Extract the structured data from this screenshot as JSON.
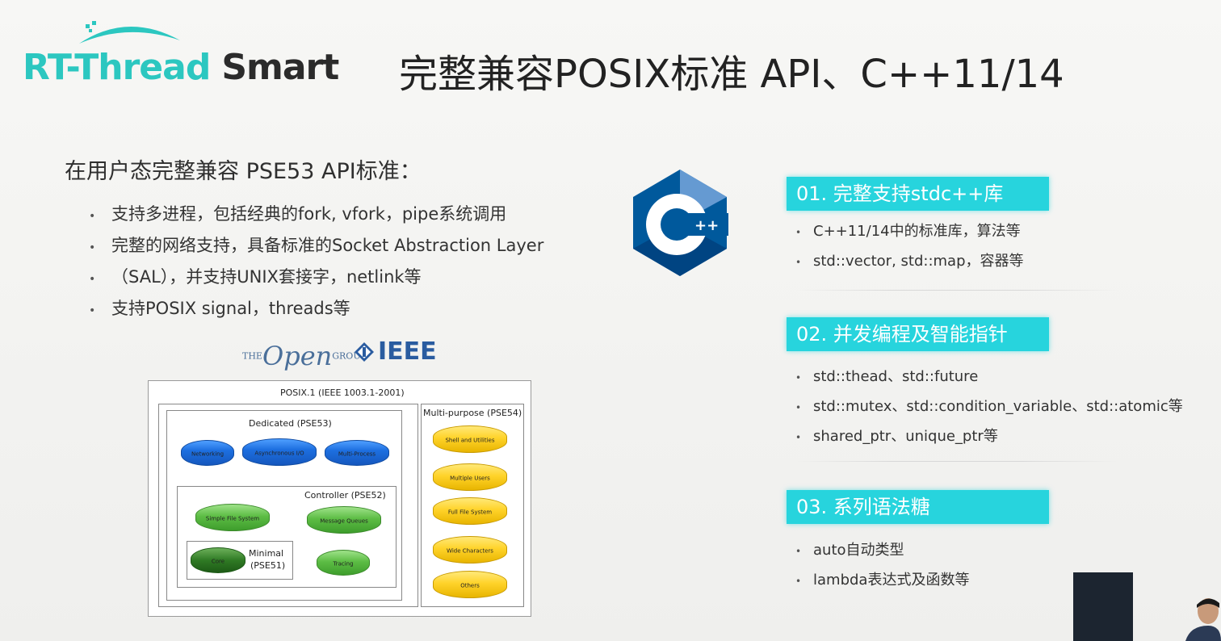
{
  "logo": {
    "brand_primary": "RT-Thread",
    "brand_secondary": "Smart",
    "accent_color": "#2cc7c0"
  },
  "title": "完整兼容POSIX标准 API、C++11/14",
  "intro": "在用户态完整兼容 PSE53 API标准：",
  "bullets": [
    "支持多进程，包括经典的fork, vfork，pipe系统调用",
    "完整的网络支持，具备标准的Socket Abstraction  Layer",
    "（SAL），并支持UNIX套接字，netlink等",
    "支持POSIX signal，threads等"
  ],
  "orgs": {
    "open_the": "THE",
    "open_name": "Open",
    "open_group": "GROUP",
    "ieee": "IEEE"
  },
  "diagram": {
    "outer_label": "POSIX.1 (IEEE 1003.1-2001)",
    "dedicated_label": "Dedicated (PSE53)",
    "multipurpose_label": "Multi-purpose (PSE54)",
    "controller_label": "Controller (PSE52)",
    "minimal_label_1": "Minimal",
    "minimal_label_2": "(PSE51)",
    "dedicated_items": [
      "Networking",
      "Asynchronous I/O",
      "Multi-Process"
    ],
    "controller_items": [
      "Simple File System",
      "Message Queues",
      "Tracing"
    ],
    "minimal_items": [
      "Core"
    ],
    "multipurpose_items": [
      "Shell and Utilities",
      "Multiple Users",
      "Full File System",
      "Wide Characters",
      "Others"
    ]
  },
  "sections": [
    {
      "heading": "01. 完整支持stdc++库",
      "items": [
        "C++11/14中的标准库，算法等",
        "std::vector, std::map，容器等"
      ]
    },
    {
      "heading": "02. 并发编程及智能指针",
      "items": [
        "std::thead、std::future",
        "std::mutex、std::condition_variable、std::atomic等",
        "shared_ptr、unique_ptr等"
      ]
    },
    {
      "heading": "03. 系列语法糖",
      "items": [
        "auto自动类型",
        "lambda表达式及函数等"
      ]
    }
  ],
  "bullet_glyph": "•",
  "cpp_logo": {
    "letter": "C",
    "suffix": "++",
    "colors": [
      "#00599c",
      "#004482",
      "#659ad2"
    ]
  },
  "section_color": "#27d4dd"
}
